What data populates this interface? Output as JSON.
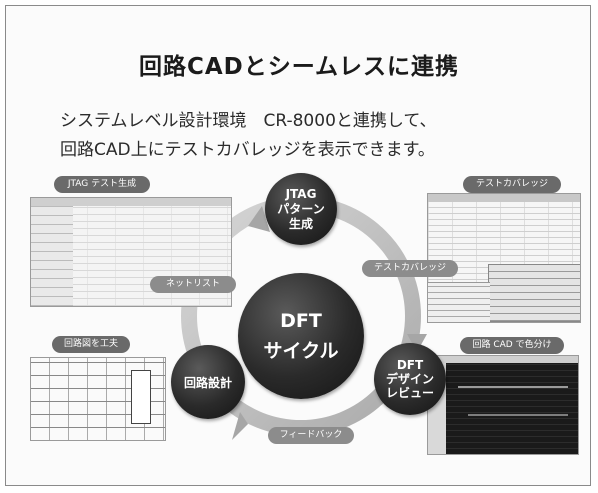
{
  "title": "回路CADとシームレスに連携",
  "description": {
    "line1": "システムレベル設計環境　CR-8000と連携して、",
    "line2": "回路CAD上にテストカバレッジを表示できます。"
  },
  "screenshots": {
    "jtag_label": "JTAG テスト生成",
    "coverage_label": "テストカバレッジ",
    "circuit_label": "回路図を工夫",
    "cad_label": "回路 CAD で色分け"
  },
  "cycle": {
    "jtag": [
      "JTAG",
      "パターン",
      "生成"
    ],
    "center": [
      "DFT",
      "サイクル"
    ],
    "design_review": [
      "DFT",
      "デザイン",
      "レビュー"
    ],
    "circuit_design": "回路設計"
  },
  "arrows": {
    "netlist": "ネットリスト",
    "coverage": "テストカバレッジ",
    "feedback": "フィードバック"
  },
  "colors": {
    "circle_dark": "#1e1e1e",
    "ring_gray": "#b8b8b8",
    "pill_gray": "#6a6a6a"
  }
}
